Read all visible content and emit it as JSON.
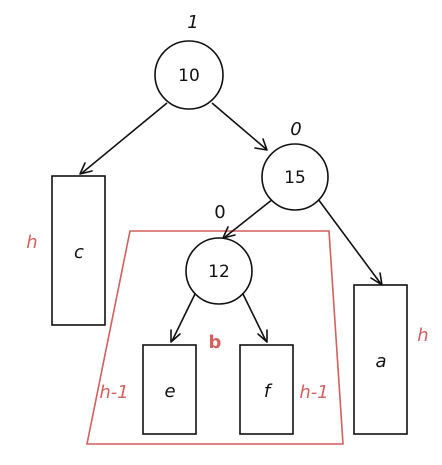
{
  "colors": {
    "stroke": "#111111",
    "accent_red": "#d35f5f",
    "background": "#ffffff"
  },
  "nodes": {
    "root": {
      "value": "10",
      "balance": "1"
    },
    "right": {
      "value": "15",
      "balance": "0"
    },
    "rightleft": {
      "value": "12",
      "balance": "0"
    }
  },
  "subtrees": {
    "c": {
      "label": "c",
      "height": "h"
    },
    "a": {
      "label": "a",
      "height": "h"
    },
    "e": {
      "label": "e",
      "height": "h-1"
    },
    "f": {
      "label": "f",
      "height": "h-1"
    }
  },
  "region": {
    "label": "b"
  }
}
